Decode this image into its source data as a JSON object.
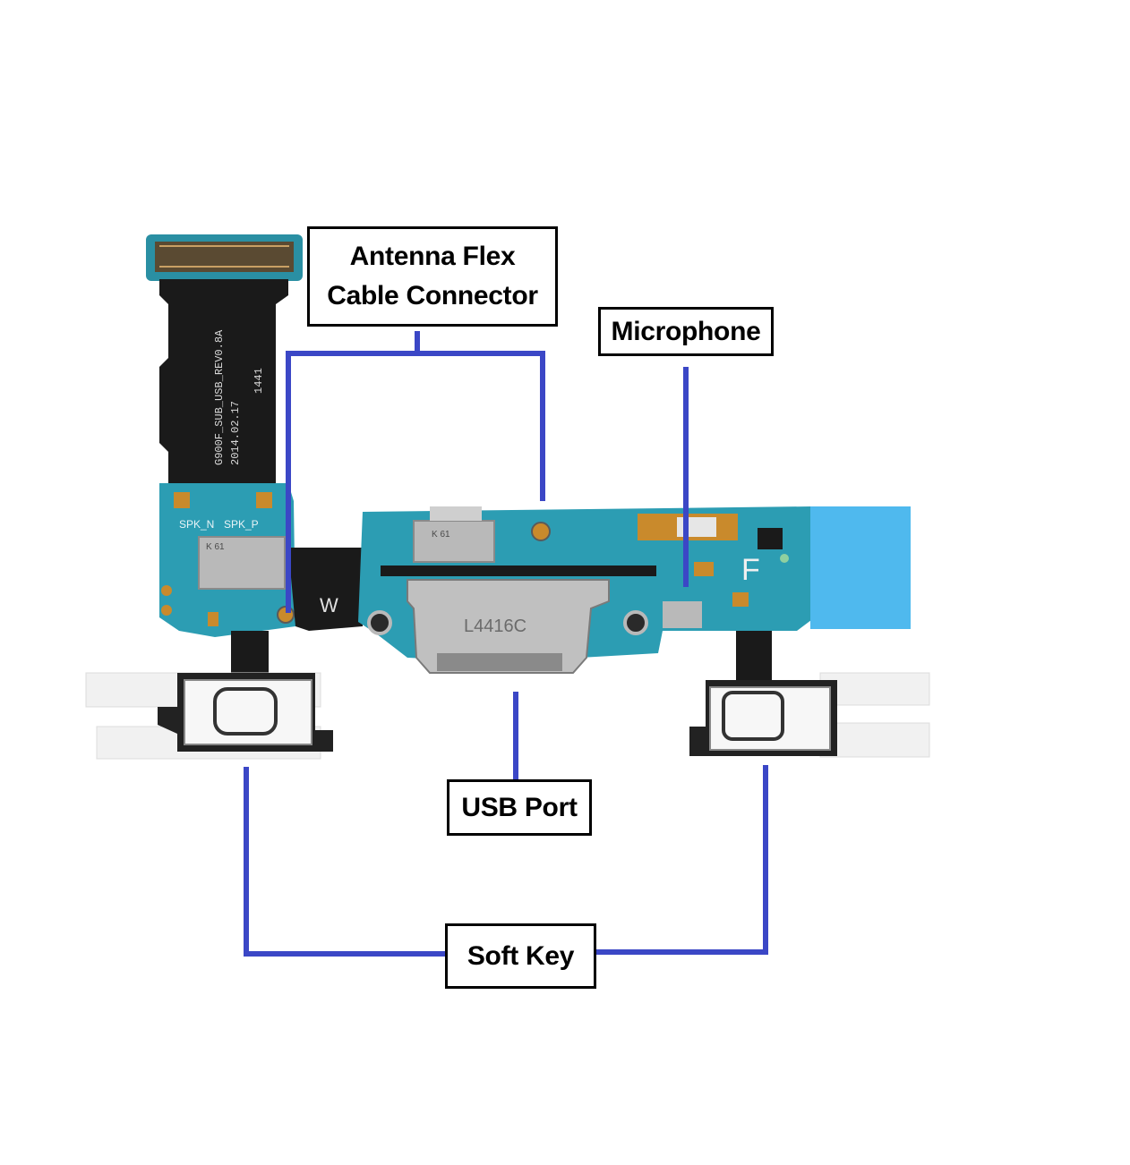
{
  "colors": {
    "leader_line": "#3b47c6",
    "pcb": "#2c9db3",
    "pcb_dark": "#1f7d92",
    "flex_cable": "#1a1a1a",
    "connector_copper": "#c98a2c",
    "blue_tape": "#4fb9ee",
    "white_tape": "#f1f1f1",
    "metal": "#b9b9b9"
  },
  "callouts": {
    "antenna": {
      "line1": "Antenna Flex",
      "line2": "Cable Connector"
    },
    "microphone": {
      "label": "Microphone"
    },
    "usb": {
      "label": "USB Port"
    },
    "softkey": {
      "label": "Soft Key"
    }
  },
  "board_print": {
    "flex_rev": "G900F_SUB_USB_REV0.8A",
    "flex_date": "2014.02.17",
    "flex_code": "1441",
    "spk_n": "SPK_N",
    "spk_p": "SPK_P",
    "shield_left": "K 61",
    "shield_mid": "K 61",
    "letter_w": "W",
    "letter_f": "F",
    "usb_marking": "L4416C"
  }
}
